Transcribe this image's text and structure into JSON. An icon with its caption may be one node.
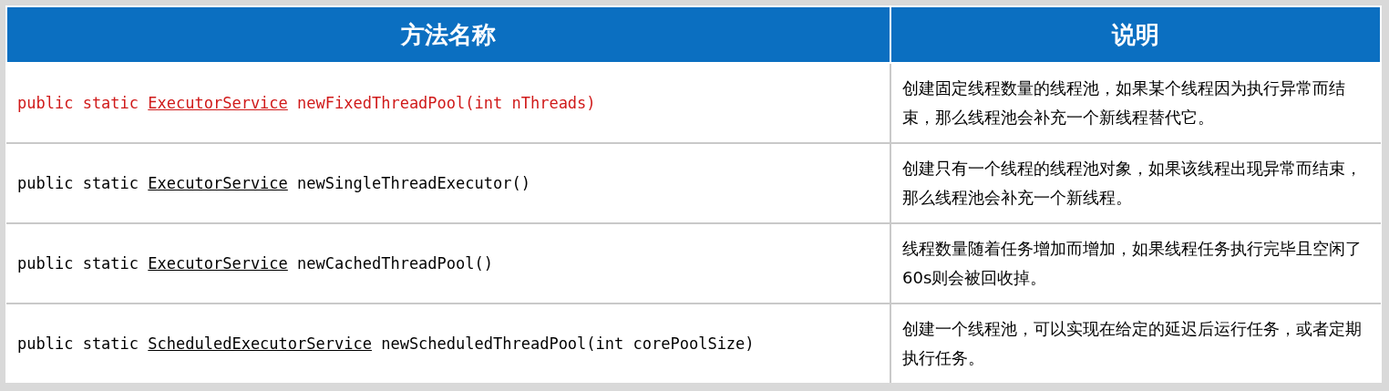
{
  "diagram": {
    "labels": [
      "方法名称",
      "说明",
      "public static ExecutorService newFixedThreadPool(int nThreads)",
      "创建固定线程数量的线程池，如果某个线程因为执行异常而结束，那么线程池会补充一个新线程替代它。",
      "public static ExecutorService newSingleThreadExecutor()",
      "创建只有一个线程的线程池对象，如果该线程出现异常而结束，那么线程池会补充一个新线程。",
      "public static ExecutorService newCachedThreadPool()",
      "线程数量随着任务增加而增加，如果线程任务执行完毕且空闲了60s则会被回收掉。",
      "public static ScheduledExecutorService newScheduledThreadPool(int corePoolSize)",
      "创建一个线程池，可以实现在给定的延迟后运行任务，或者定期执行任务。"
    ]
  }
}
